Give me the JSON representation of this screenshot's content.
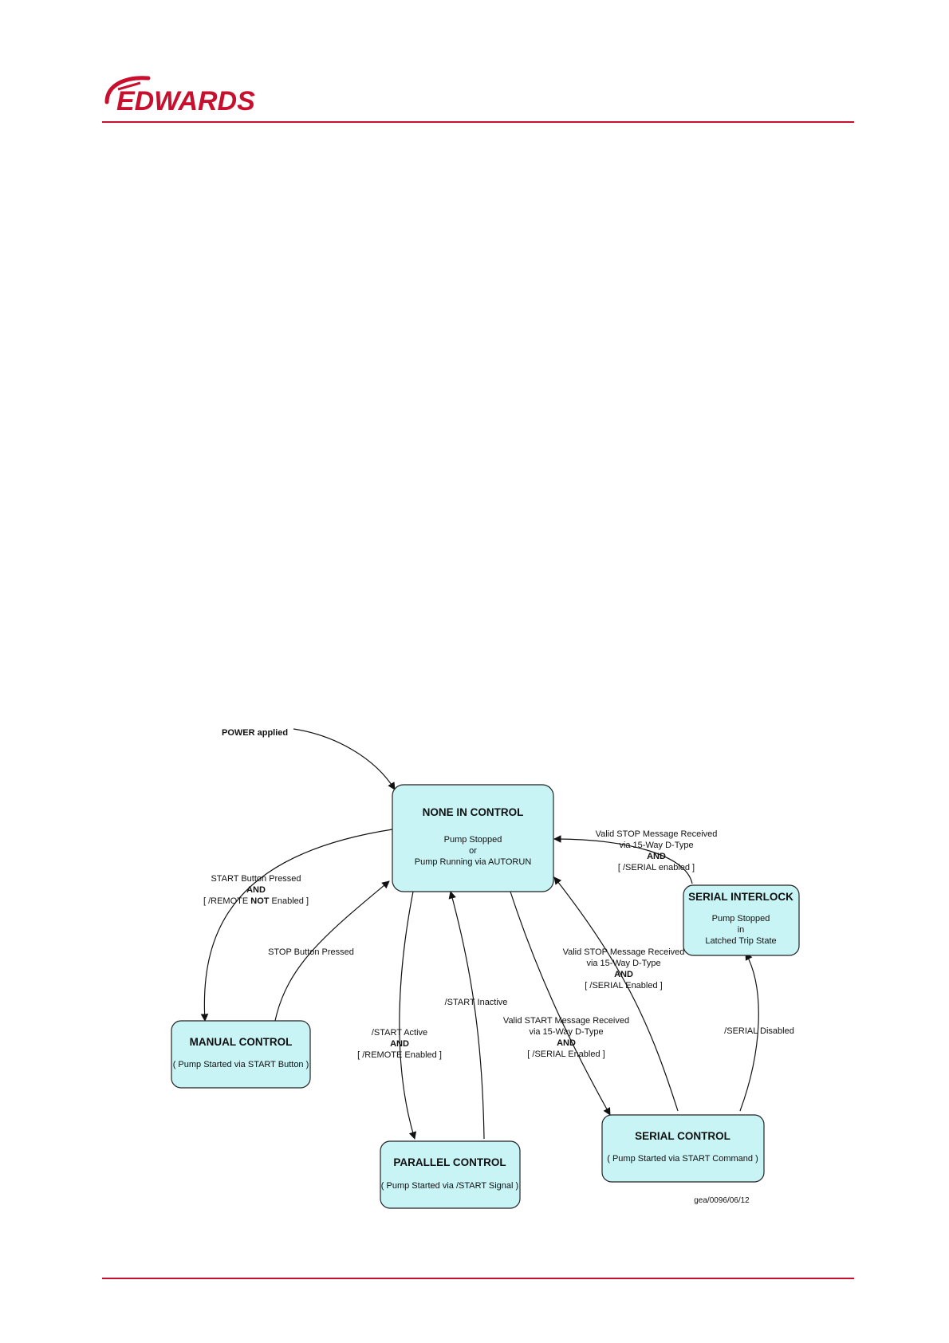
{
  "header": {
    "brand": "EDWARDS",
    "accent_color": "#c8102e"
  },
  "diagram": {
    "state_fill": "#c8f4f6",
    "states": {
      "none": {
        "title": "NONE IN CONTROL",
        "lines": [
          "Pump Stopped",
          "or",
          "Pump Running via AUTORUN"
        ]
      },
      "serial_interlock": {
        "title": "SERIAL INTERLOCK",
        "lines": [
          "Pump Stopped",
          "in",
          "Latched Trip State"
        ]
      },
      "manual": {
        "title": "MANUAL CONTROL",
        "lines": [
          "( Pump Started via START Button )"
        ]
      },
      "parallel": {
        "title": "PARALLEL CONTROL",
        "lines": [
          "( Pump Started via /START Signal )"
        ]
      },
      "serial": {
        "title": "SERIAL CONTROL",
        "lines": [
          "( Pump Started via START Command )"
        ]
      }
    },
    "transitions": {
      "power": "POWER applied",
      "start_button": {
        "l1": "START Button Pressed",
        "l2": "AND",
        "l3a": "[ /REMOTE ",
        "l3b": "NOT",
        "l3c": " Enabled ]"
      },
      "stop_button": "STOP Button Pressed",
      "start_active": [
        "/START Active",
        "AND",
        "[ /REMOTE Enabled ]"
      ],
      "start_inactive": "/START Inactive",
      "valid_start": [
        "Valid START Message Received",
        "via 15-Way D-Type",
        "AND",
        "[ /SERIAL Enabled ]"
      ],
      "valid_stop_serial": [
        "Valid STOP Message Received",
        "via 15-Way D-Type",
        "AND",
        "[ /SERIAL Enabled ]"
      ],
      "valid_stop_interlock": [
        "Valid STOP Message Received",
        "via 15-Way D-Type",
        "AND",
        "[ /SERIAL enabled ]"
      ],
      "serial_disabled": "/SERIAL Disabled"
    },
    "figure_ref": "gea/0096/06/12"
  }
}
